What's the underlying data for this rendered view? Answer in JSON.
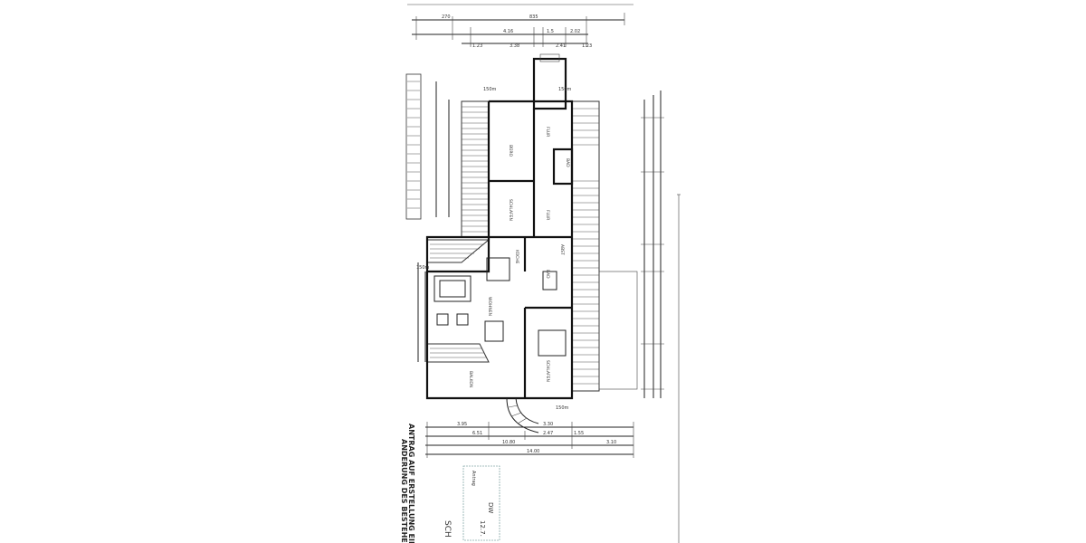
{
  "drawing": {
    "title_line_1": "ANTRAG AUF ERSTELLUNG EIN",
    "title_line_2": "ANDERUNG DES BESTEHENDEN"
  },
  "rooms": [
    {
      "id": "buero",
      "label": "BÜRO"
    },
    {
      "id": "flur-top",
      "label": "FLUR"
    },
    {
      "id": "bad-top",
      "label": "BAD"
    },
    {
      "id": "schlafen-top",
      "label": "SCHLAFEN"
    },
    {
      "id": "flur-mid",
      "label": "FLUR"
    },
    {
      "id": "abst",
      "label": "ABST"
    },
    {
      "id": "kueche",
      "label": "KÜCHE"
    },
    {
      "id": "bad-mid",
      "label": "BAD"
    },
    {
      "id": "wohnen",
      "label": "WOHNEN"
    },
    {
      "id": "schlafen-bottom",
      "label": "SCHLAFEN"
    },
    {
      "id": "balkon",
      "label": "BALKON"
    }
  ],
  "dimensions": {
    "top_row_1": [
      "270",
      "835"
    ],
    "top_row_2": [
      "4.16",
      "1.5",
      "2.02"
    ],
    "top_row_3": [
      "1.23",
      "3.38",
      "2.41",
      "1.23"
    ],
    "bottom_row_1": [
      "3.95",
      "3.30"
    ],
    "bottom_row_2": [
      "6.51",
      "2.47",
      "1.55"
    ],
    "bottom_row_3": [
      "10.80",
      "3.10"
    ],
    "bottom_row_4": [
      "14.00"
    ],
    "heights": [
      "150m",
      "150m",
      "150m",
      "150m"
    ]
  },
  "stamp": {
    "line_1": "Antrag",
    "line_2": "DW",
    "line_3": "SCH",
    "handwriting": "12.7."
  }
}
